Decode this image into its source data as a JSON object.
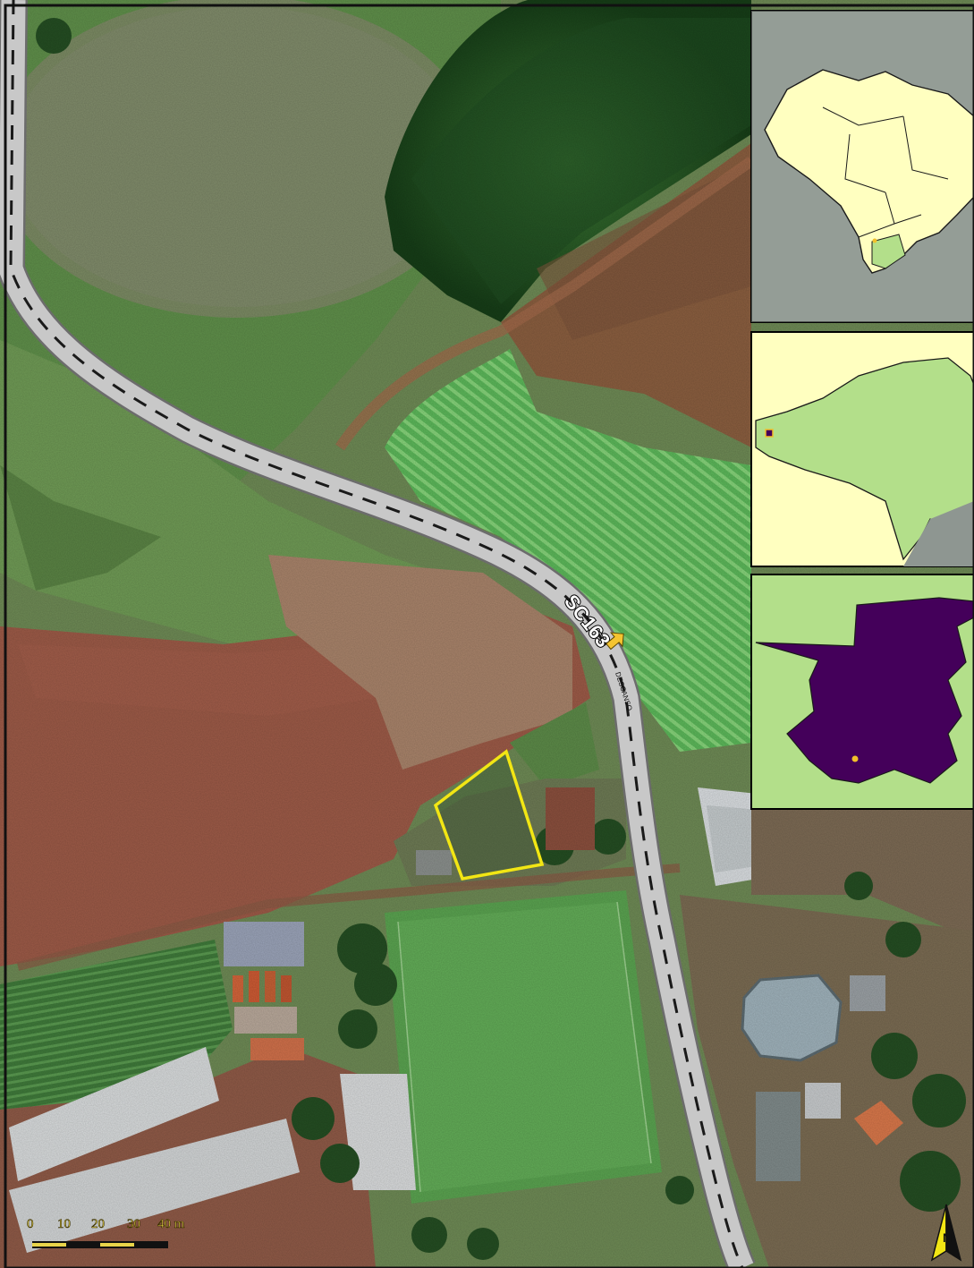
{
  "road": {
    "name": "SC163",
    "sublabel": "DESCANSO"
  },
  "scale_bar": {
    "labels": [
      "0",
      "10",
      "20",
      "30",
      "40 m"
    ],
    "color": "#e8d44a"
  },
  "north_arrow": {
    "icon": "north-arrow-icon"
  },
  "colors": {
    "parcel_outline": "#f2e614",
    "inset_land": "#ffffc0",
    "inset_region": "#b3df8a",
    "municipality": "#44005a",
    "location_marker": "#f2c02a",
    "road_fill": "#c8c8c8",
    "road_dash": "#1a1a1a"
  }
}
